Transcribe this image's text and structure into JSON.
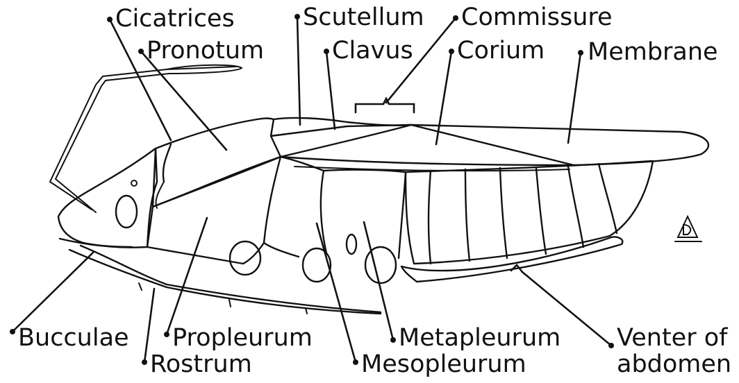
{
  "labels": {
    "cicatrices": "Cicatrices",
    "pronotum": "Pronotum",
    "scutellum": "Scutellum",
    "clavus": "Clavus",
    "commissure": "Commissure",
    "corium": "Corium",
    "membrane": "Membrane",
    "bucculae": "Bucculae",
    "propleurum": "Propleurum",
    "rostrum": "Rostrum",
    "metapleurum": "Metapleurum",
    "mesopleurum": "Mesopleurum",
    "venter_line1": "Venter of",
    "venter_line2": "abdomen"
  },
  "signature": "AD",
  "colors": {
    "ink": "#111111",
    "paper": "#ffffff"
  }
}
